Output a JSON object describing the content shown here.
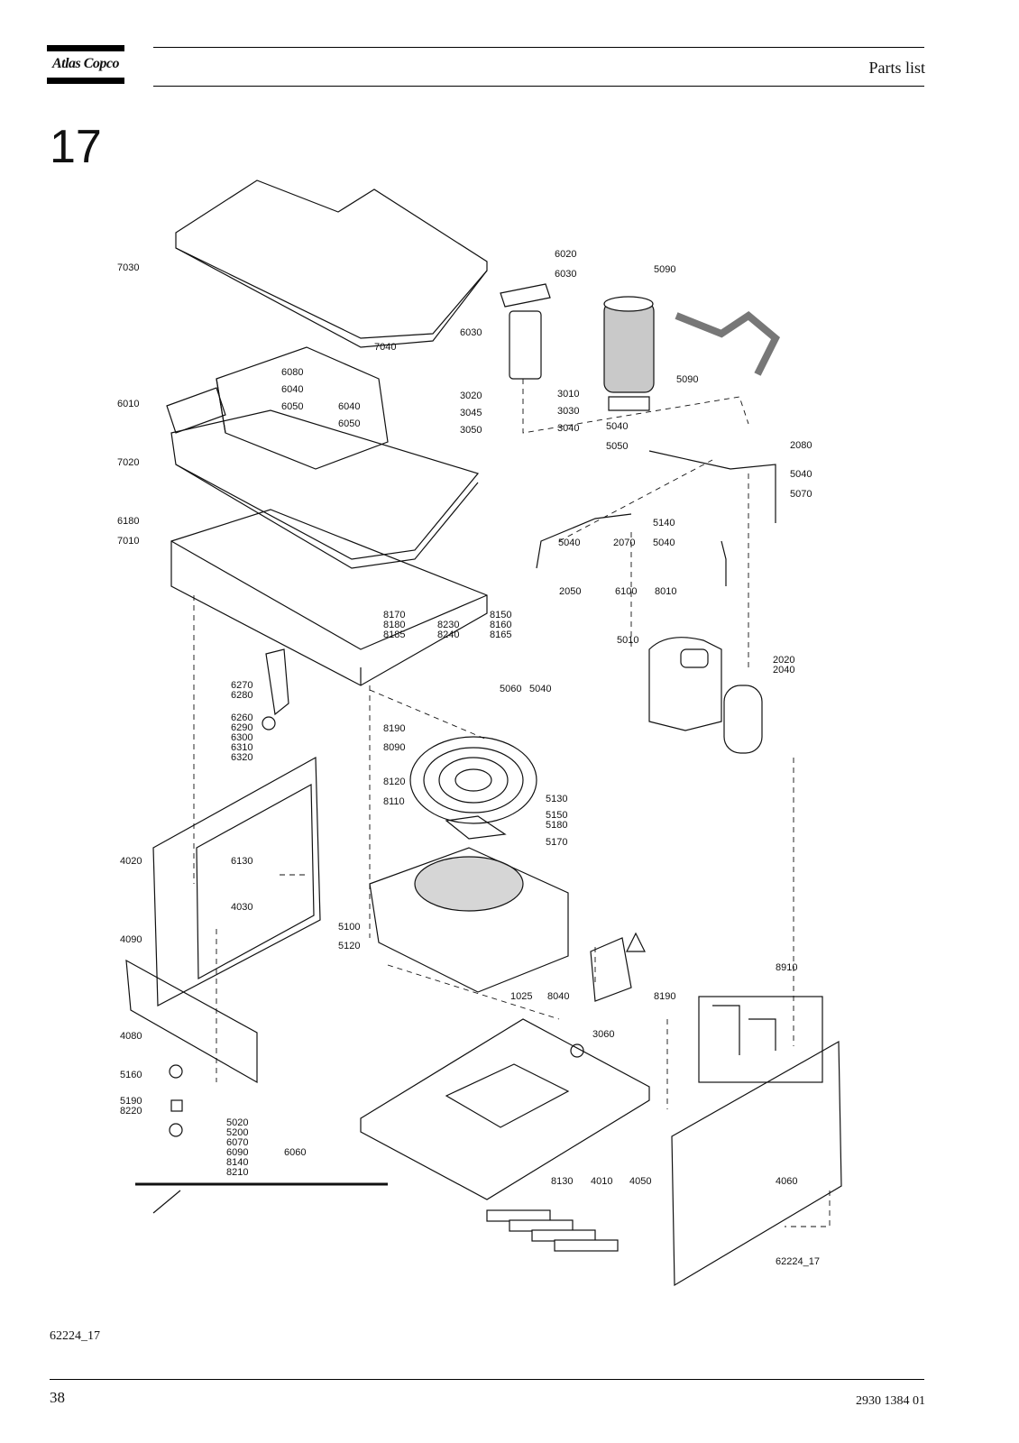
{
  "brand": "Atlas Copco",
  "header": {
    "title": "Parts list"
  },
  "section": {
    "number": "17"
  },
  "figure": {
    "code": "62224_17",
    "inset_code": "62224_17"
  },
  "footer": {
    "page": "38",
    "doc_number": "2930 1384 01"
  },
  "callouts": [
    "7030",
    "6020",
    "6030",
    "5090",
    "6030",
    "7040",
    "6080",
    "6040",
    "6050",
    "6010",
    "6040",
    "6050",
    "3020",
    "3010",
    "3045",
    "3030",
    "3050",
    "3040",
    "5090",
    "5040",
    "5050",
    "2080",
    "5040",
    "5070",
    "7020",
    "6180",
    "7010",
    "5140",
    "2070",
    "5040",
    "5040",
    "2050",
    "6100",
    "8010",
    "5010",
    "8170",
    "8180",
    "8185",
    "8230",
    "8240",
    "8150",
    "8160",
    "8165",
    "2020",
    "2040",
    "6270",
    "6280",
    "5060",
    "5040",
    "6260",
    "6290",
    "6300",
    "6310",
    "6320",
    "8190",
    "8090",
    "8120",
    "8110",
    "5130",
    "5150",
    "5180",
    "5170",
    "4020",
    "6130",
    "4030",
    "5100",
    "5120",
    "4090",
    "8910",
    "1025",
    "8040",
    "8190",
    "4080",
    "3060",
    "5160",
    "5190",
    "8220",
    "5020",
    "5200",
    "6070",
    "6090",
    "8140",
    "8210",
    "6060",
    "8130",
    "4010",
    "4050",
    "4060"
  ]
}
